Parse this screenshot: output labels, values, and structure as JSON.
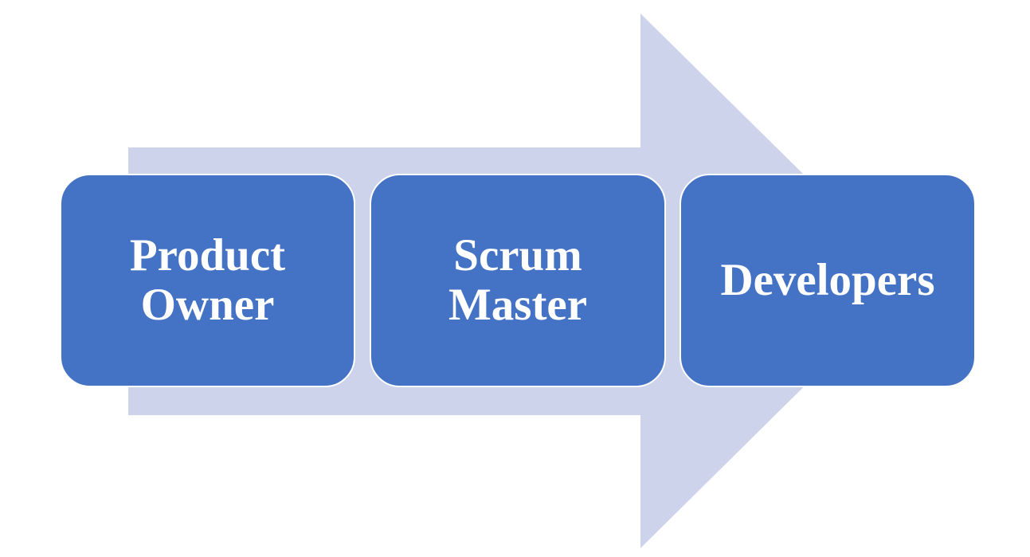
{
  "colors": {
    "arrow_fill": "#cdd3eb",
    "stage_fill": "#4472c4",
    "stage_border": "#ffffff",
    "stage_text": "#ffffff",
    "background": "#ffffff"
  },
  "stages": [
    {
      "label": "Product\nOwner"
    },
    {
      "label": "Scrum\nMaster"
    },
    {
      "label": "Developers"
    }
  ]
}
